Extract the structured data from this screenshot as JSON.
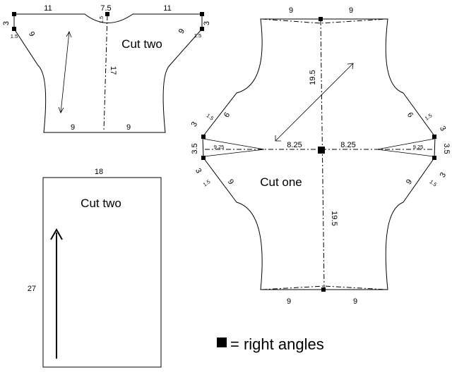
{
  "legend": {
    "marker_text": "= right angles",
    "marker_color": "#000000"
  },
  "sleeve": {
    "label": "Cut two",
    "shoulder_left": "11",
    "neck": "7.5",
    "shoulder_right": "11",
    "neck_drop": "1.5",
    "corner_left_3": "3",
    "corner_left_15": "1.5",
    "corner_right_3": "3",
    "corner_right_15": "1.5",
    "slope_left": "9",
    "slope_right": "9",
    "length": "17",
    "cuff_left": "9",
    "cuff_right": "9"
  },
  "band": {
    "label": "Cut two",
    "width": "18",
    "height": "27"
  },
  "body": {
    "label": "Cut one",
    "top_left": "9",
    "top_right": "9",
    "bottom_left": "9",
    "bottom_right": "9",
    "length_top": "19.5",
    "length_bottom": "19.5",
    "center_left": "8.25",
    "center_right": "8.25",
    "dart_left": "9.25",
    "dart_right": "9.25",
    "dart_width_left": "3.5",
    "dart_width_right": "3.5",
    "upper_left_3": "3",
    "upper_left_15": "1.5",
    "upper_left_6": "6",
    "lower_left_3": "3",
    "lower_left_15": "1.5",
    "lower_left_9": "9",
    "upper_right_3": "3",
    "upper_right_15": "1.5",
    "upper_right_6": "6",
    "lower_right_3": "3",
    "lower_right_15": "1.5",
    "lower_right_9": "9"
  }
}
